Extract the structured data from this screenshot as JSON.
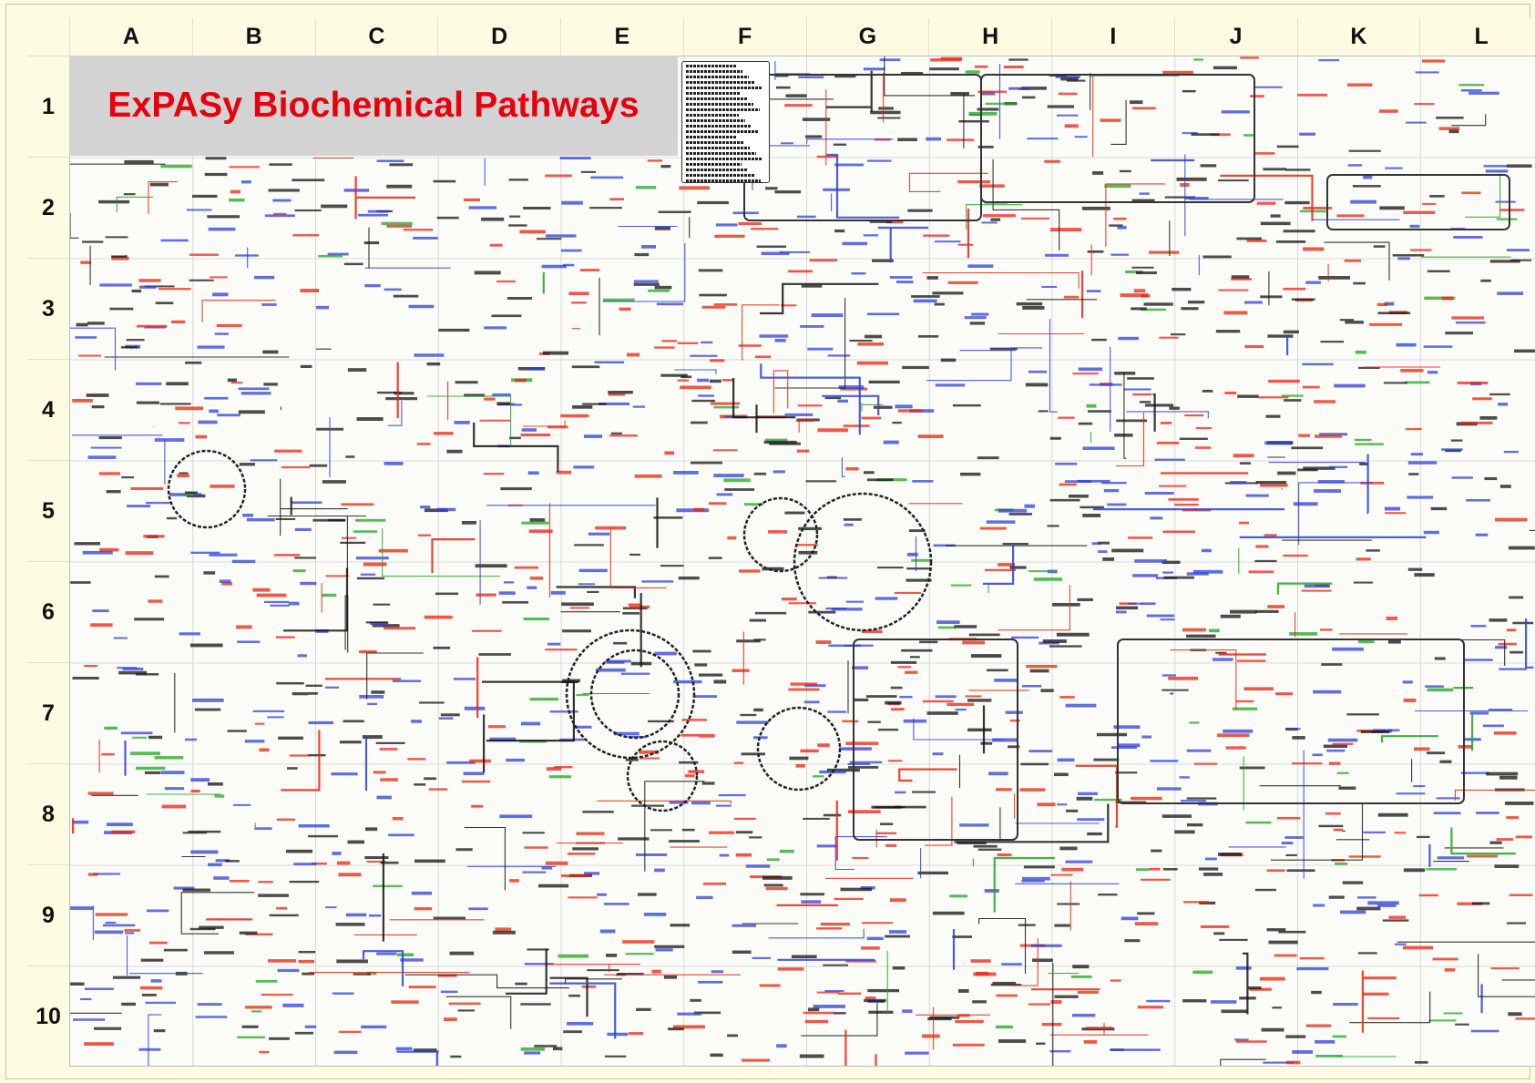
{
  "title": "ExPASy Biochemical Pathways",
  "columns": [
    "A",
    "B",
    "C",
    "D",
    "E",
    "F",
    "G",
    "H",
    "I",
    "J",
    "K",
    "L"
  ],
  "rows": [
    "1",
    "2",
    "3",
    "4",
    "5",
    "6",
    "7",
    "8",
    "9",
    "10"
  ],
  "colors": {
    "background": "#fdfce3",
    "title_box": "#d3d3d3",
    "title_text": "#e8000d",
    "pathway_red": "#e8230f",
    "pathway_blue": "#2e3fd6",
    "pathway_green": "#1fa61f",
    "pathway_black": "#111111"
  },
  "icons": [
    "legend-text-block"
  ]
}
